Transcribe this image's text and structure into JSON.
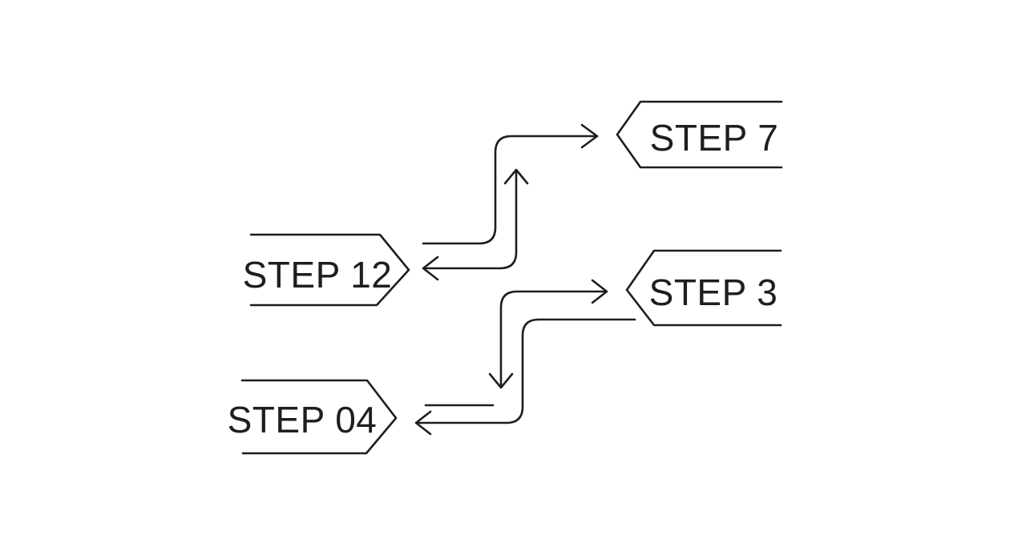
{
  "diagram": {
    "background_color": "#ffffff",
    "line_color": "#1e1e1e",
    "steps": [
      {
        "label": "STEP 12",
        "tag_direction": "right"
      },
      {
        "label": "STEP 7",
        "tag_direction": "left"
      },
      {
        "label": "STEP 3",
        "tag_direction": "left"
      },
      {
        "label": "STEP 04",
        "tag_direction": "right"
      }
    ],
    "connectors": [
      {
        "name": "arrow-step12-to-step7",
        "shape": "s-curve",
        "arrowheads": [
          "right"
        ]
      },
      {
        "name": "arrow-return-to-step12",
        "shape": "l-curve",
        "arrowheads": [
          "up",
          "left"
        ]
      },
      {
        "name": "arrow-into-step3",
        "shape": "l-curve",
        "arrowheads": [
          "right",
          "down"
        ]
      },
      {
        "name": "arrow-step3-to-step04",
        "shape": "s-curve",
        "arrowheads": [
          "left"
        ]
      },
      {
        "name": "stub-line-near-step04",
        "shape": "segment",
        "arrowheads": []
      }
    ]
  }
}
